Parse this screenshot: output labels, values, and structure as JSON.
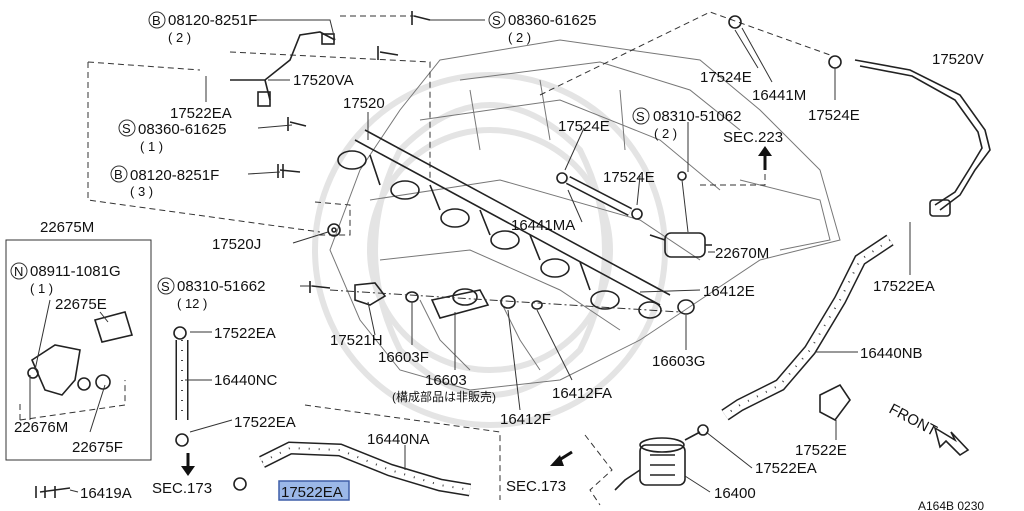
{
  "diagram": {
    "labels": {
      "l_08120_8251F_top": "08120-8251F",
      "q_08120_8251F_top": "( 2 )",
      "l_08360_61625_top": "08360-61625",
      "q_08360_61625_top": "( 2 )",
      "l_17520VA": "17520VA",
      "l_17522EA_a": "17522EA",
      "l_08360_61625_b": "08360-61625",
      "q_08360_61625_b": "( 1 )",
      "l_17520": "17520",
      "l_08120_8251F_b": "08120-8251F",
      "q_08120_8251F_b": "( 3 )",
      "l_17524E_a": "17524E",
      "l_16441M": "16441M",
      "l_17524E_b": "17524E",
      "l_17520V": "17520V",
      "l_17524E_c": "17524E",
      "l_08310_51062": "08310-51062",
      "q_08310_51062": "( 2 )",
      "l_SEC223": "SEC.223",
      "l_17524E_d": "17524E",
      "l_16441MA": "16441MA",
      "l_22670M": "22670M",
      "l_17520J": "17520J",
      "l_22675M": "22675M",
      "l_08911_1081G": "08911-1081G",
      "q_08911_1081G": "( 1 )",
      "l_22675E": "22675E",
      "l_22676M": "22676M",
      "l_22675F": "22675F",
      "l_08310_51662": "08310-51662",
      "q_08310_51662": "( 12 )",
      "l_17522EA_b": "17522EA",
      "l_16440NC": "16440NC",
      "l_17522EA_c": "17522EA",
      "l_17521H": "17521H",
      "l_16603F": "16603F",
      "l_16603": "16603",
      "l_16603_note": "(構成部品は非販売)",
      "l_16412FA": "16412FA",
      "l_16412F": "16412F",
      "l_16412E": "16412E",
      "l_16603G": "16603G",
      "l_17522EA_d": "17522EA",
      "l_16440NB": "16440NB",
      "l_16440NA": "16440NA",
      "l_SEC173_a": "SEC.173",
      "l_17522EA_hl": "17522EA",
      "l_SEC173_b": "SEC.173",
      "l_17522E": "17522E",
      "l_FRONT": "FRONT",
      "l_17522EA_e": "17522EA",
      "l_16400": "16400",
      "l_16419A": "16419A",
      "l_fig": "A164B 0230"
    },
    "prefix": {
      "B": "B",
      "S": "S",
      "N": "N"
    },
    "highlight_color": "#9bb8e8"
  }
}
